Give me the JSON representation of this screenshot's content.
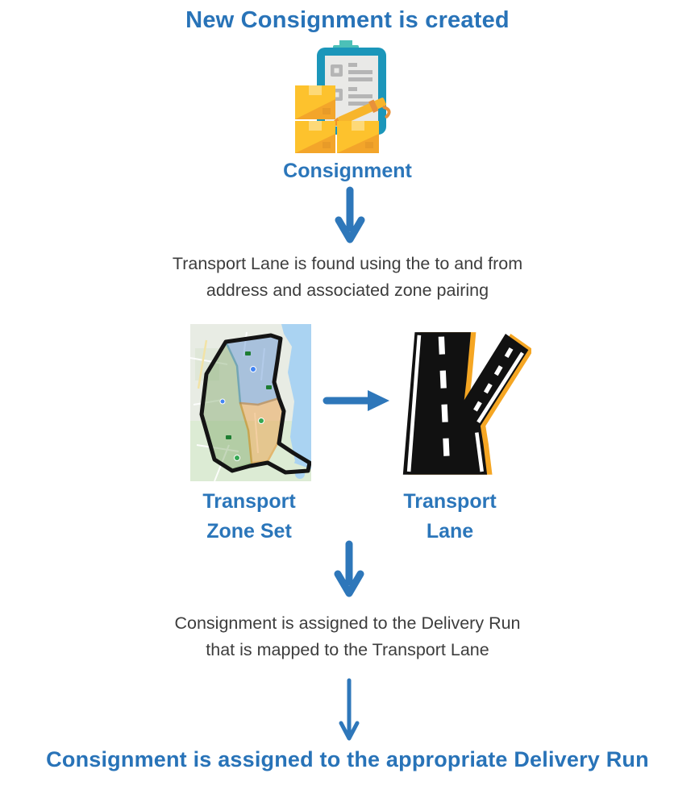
{
  "colors": {
    "accent_blue": "#2873b8",
    "body_text": "#3d3d3d",
    "clipboard_teal": "#1b96ba",
    "clip_teal": "#4cc0b8",
    "paper_grey": "#e9e9e7",
    "checklist_grey": "#b5b5b5",
    "box_yellow": "#fdc22d",
    "box_shade": "#f3a52a",
    "pen_yellow": "#f7b52c",
    "road_black": "#111111",
    "road_accent_orange": "#f5a623",
    "map_water_blue": "#aad3f2",
    "zone_green_border": "#5d9c44",
    "zone_blue_border": "#2f7bd0",
    "zone_orange_border": "#e8820c"
  },
  "header": {
    "title": "New Consignment is created"
  },
  "nodes": {
    "consignment": {
      "label": "Consignment",
      "icon": "clipboard-with-boxes-and-pen-icon"
    },
    "zone_set": {
      "label_line1": "Transport",
      "label_line2": "Zone Set",
      "icon": "map-with-three-zones-image"
    },
    "lane": {
      "label_line1": "Transport",
      "label_line2": "Lane",
      "icon": "forked-road-icon"
    }
  },
  "steps": {
    "lane_lookup": {
      "line1": "Transport Lane is found using the to and from",
      "line2": "address and associated zone pairing"
    },
    "assign_run": {
      "line1": "Consignment is assigned to the Delivery Run",
      "line2": "that is mapped to the Transport Lane"
    }
  },
  "footer": {
    "text": "Consignment is assigned to the appropriate Delivery Run"
  }
}
